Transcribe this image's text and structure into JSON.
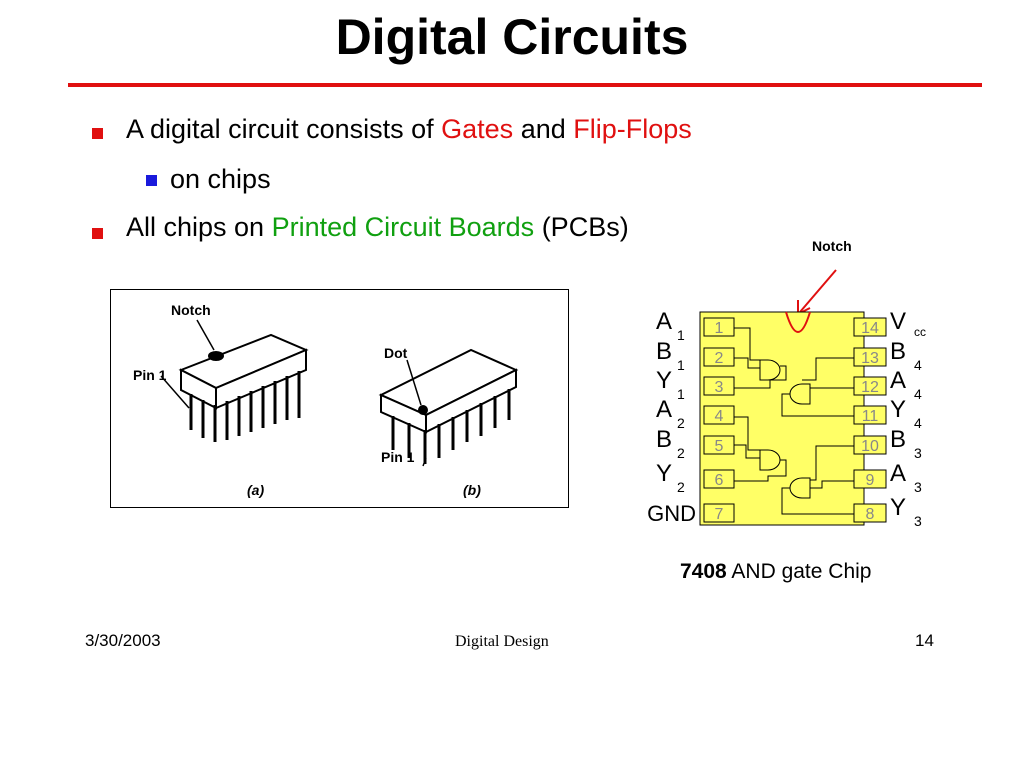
{
  "slide": {
    "title": "Digital Circuits",
    "bullets": [
      {
        "prefix": "A digital circuit consists of ",
        "gates": "Gates",
        "and": " and ",
        "flipflops": "Flip-Flops"
      },
      {
        "text": "on chips"
      },
      {
        "prefix": "All chips on ",
        "pcb": "Printed Circuit Boards",
        "suffix": " (PCBs)"
      }
    ],
    "notch_label": "Notch",
    "figure": {
      "notch": "Notch",
      "pin1_a": "Pin 1",
      "dot": "Dot",
      "pin1_b": "Pin 1",
      "label_a": "(a)",
      "label_b": "(b)"
    },
    "chip": {
      "left_pins": [
        {
          "num": "1",
          "main": "A",
          "sub": "1"
        },
        {
          "num": "2",
          "main": "B",
          "sub": "1"
        },
        {
          "num": "3",
          "main": "Y",
          "sub": "1"
        },
        {
          "num": "4",
          "main": "A",
          "sub": "2"
        },
        {
          "num": "5",
          "main": "B",
          "sub": "2"
        },
        {
          "num": "6",
          "main": "Y",
          "sub": "2"
        },
        {
          "num": "7",
          "main": "GND",
          "sub": ""
        }
      ],
      "right_pins": [
        {
          "num": "14",
          "main": "V",
          "sub": "CC"
        },
        {
          "num": "13",
          "main": "B",
          "sub": "4"
        },
        {
          "num": "12",
          "main": "A",
          "sub": "4"
        },
        {
          "num": "11",
          "main": "Y",
          "sub": "4"
        },
        {
          "num": "10",
          "main": "B",
          "sub": "3"
        },
        {
          "num": "9",
          "main": "A",
          "sub": "3"
        },
        {
          "num": "8",
          "main": "Y",
          "sub": "3"
        }
      ]
    },
    "caption": {
      "bold": "7408",
      "rest": " AND gate Chip"
    },
    "footer": {
      "date": "3/30/2003",
      "center": "Digital Design",
      "page": "14"
    },
    "colors": {
      "accent_red": "#e01010",
      "accent_green": "#10a010",
      "bullet_blue": "#1a1adc",
      "chip_fill": "#ffff66"
    }
  }
}
